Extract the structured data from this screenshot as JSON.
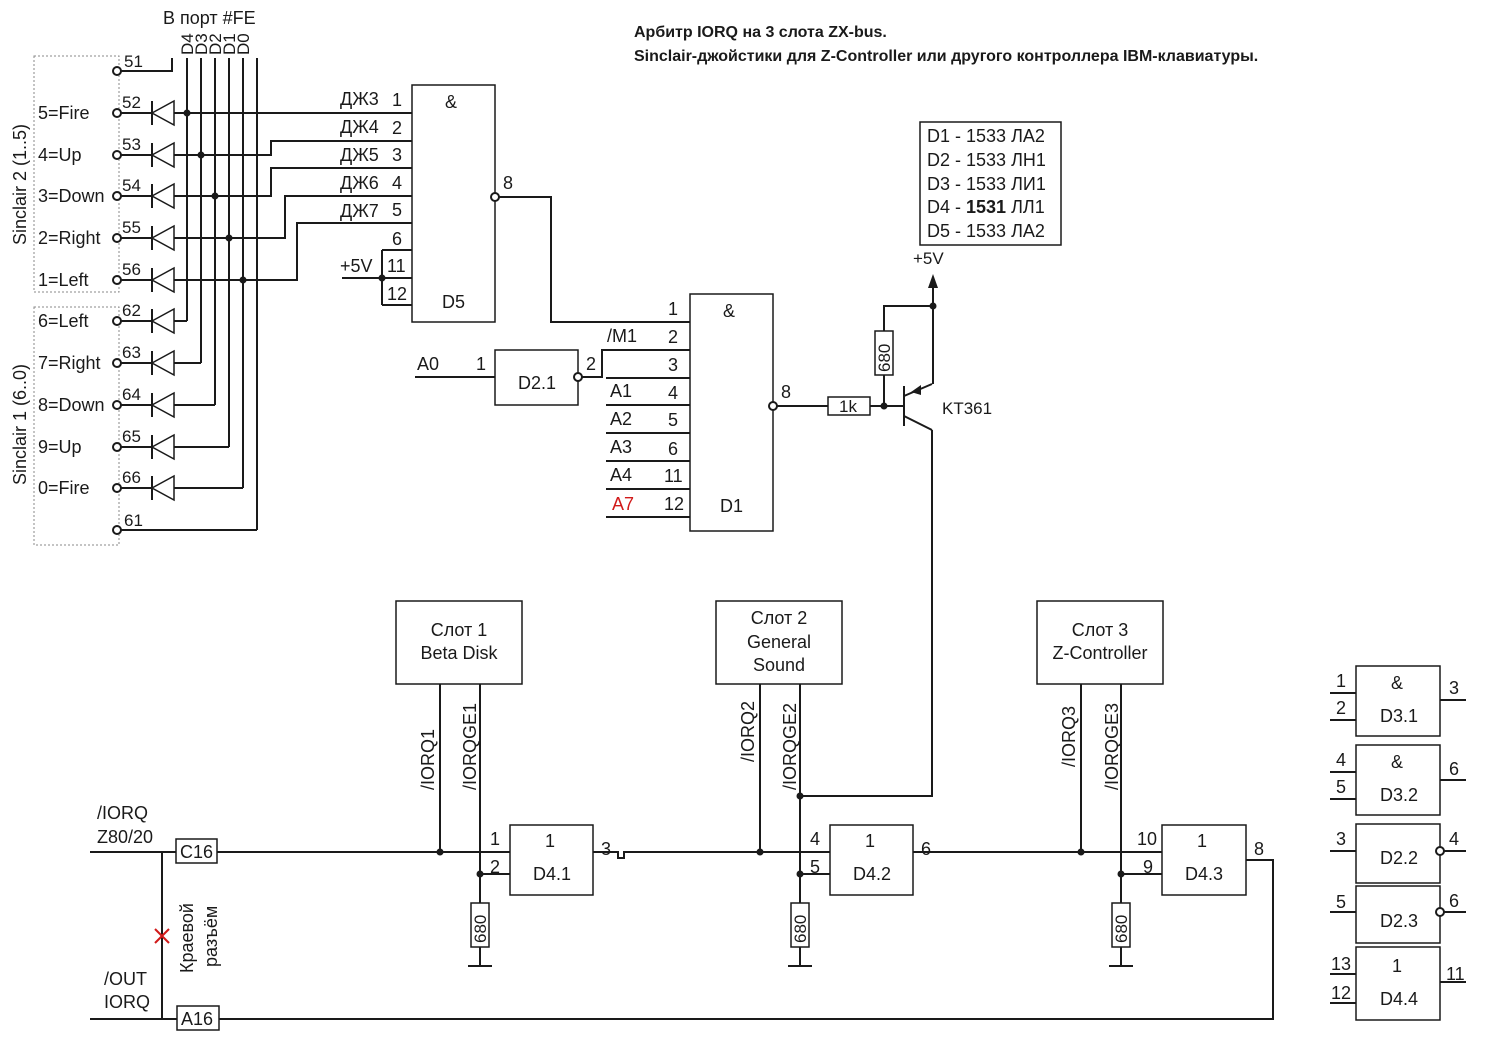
{
  "title": {
    "line1": "Арбитр IORQ на 3 слота ZX-bus.",
    "line2": "Sinclair-джойстики для Z-Controller или другого контроллера IBM-клавиатуры."
  },
  "port": {
    "label": "В порт #FE",
    "bits": [
      "D4",
      "D3",
      "D2",
      "D1",
      "D0"
    ]
  },
  "sinclair2": {
    "label": "Sinclair 2 (1..5)",
    "buttons": [
      "5=Fire",
      "4=Up",
      "3=Down",
      "2=Right",
      "1=Left"
    ],
    "pins": [
      "52",
      "53",
      "54",
      "55",
      "56"
    ],
    "common_pin": "51"
  },
  "sinclair1": {
    "label": "Sinclair 1 (6..0)",
    "buttons": [
      "6=Left",
      "7=Right",
      "8=Down",
      "9=Up",
      "0=Fire"
    ],
    "pins": [
      "62",
      "63",
      "64",
      "65",
      "66"
    ],
    "common_pin": "61"
  },
  "d5": {
    "name": "D5",
    "symbol": "&",
    "inputs": [
      "ДЖ3",
      "ДЖ4",
      "ДЖ5",
      "ДЖ6",
      "ДЖ7"
    ],
    "input_pins": [
      "1",
      "2",
      "3",
      "4",
      "5"
    ],
    "pin6": "6",
    "pin11": "11",
    "pin12": "12",
    "out_pin": "8",
    "supply": "+5V"
  },
  "parts_list": {
    "items": [
      {
        "name": "D1 - 1533 ",
        "hl": "",
        "tail": "ЛА2"
      },
      {
        "name": "D2 - 1533 ",
        "hl": "",
        "tail": "ЛН1"
      },
      {
        "name": "D3 - 1533 ",
        "hl": "",
        "tail": "ЛИ1"
      },
      {
        "name": "D4 - ",
        "hl": "1531",
        "tail": " ЛЛ1"
      },
      {
        "name": "D5 - 1533 ",
        "hl": "",
        "tail": "ЛА2"
      }
    ]
  },
  "d2_1": {
    "name": "D2.1",
    "in_label": "A0",
    "in_pin": "1",
    "out_pin": "2"
  },
  "d1": {
    "name": "D1",
    "symbol": "&",
    "pins": [
      "1",
      "2",
      "3",
      "4",
      "5",
      "6",
      "11",
      "12"
    ],
    "labels": [
      "",
      "/M1",
      "",
      "A1",
      "A2",
      "A3",
      "A4",
      "A7"
    ],
    "out_pin": "8"
  },
  "transistor": {
    "name": "KT361",
    "base_resistor": "1k",
    "pullup_resistor": "680",
    "supply": "+5V"
  },
  "slots": [
    {
      "lines": [
        "Слот 1",
        "Beta Disk"
      ],
      "iorq": "/IORQ1",
      "iorqge": "/IORQGE1"
    },
    {
      "lines": [
        "Слот 2",
        "General",
        "Sound"
      ],
      "iorq": "/IORQ2",
      "iorqge": "/IORQGE2"
    },
    {
      "lines": [
        "Слот 3",
        "Z-Controller"
      ],
      "iorq": "/IORQ3",
      "iorqge": "/IORQGE3"
    }
  ],
  "d4_gates": [
    {
      "name": "D4.1",
      "symbol": "1",
      "in1": "1",
      "in2": "2",
      "out": "3",
      "res": "680"
    },
    {
      "name": "D4.2",
      "symbol": "1",
      "in1": "4",
      "in2": "5",
      "out": "6",
      "res": "680"
    },
    {
      "name": "D4.3",
      "symbol": "1",
      "in1": "10",
      "in2": "9",
      "out": "8",
      "res": "680"
    }
  ],
  "edge": {
    "iorq_label1": "/IORQ",
    "iorq_label2": "Z80/20",
    "out_label1": "/OUT",
    "out_label2": "IORQ",
    "c16": "C16",
    "a16": "A16",
    "connector_line1": "Краевой",
    "connector_line2": "разъём"
  },
  "legend_gates": [
    {
      "name": "D3.1",
      "symbol": "&",
      "in1": "1",
      "in2": "2",
      "out": "3",
      "inv": false
    },
    {
      "name": "D3.2",
      "symbol": "&",
      "in1": "4",
      "in2": "5",
      "out": "6",
      "inv": false
    },
    {
      "name": "D2.2",
      "symbol": "",
      "in1": "3",
      "in2": "",
      "out": "4",
      "inv": true
    },
    {
      "name": "D2.3",
      "symbol": "",
      "in1": "5",
      "in2": "",
      "out": "6",
      "inv": true
    },
    {
      "name": "D4.4",
      "symbol": "1",
      "in1": "13",
      "in2": "12",
      "out": "11",
      "inv": false
    }
  ],
  "colors": {
    "ink": "#1a1a1a",
    "accent_red": "#d11a1a",
    "frame": "#888888"
  }
}
